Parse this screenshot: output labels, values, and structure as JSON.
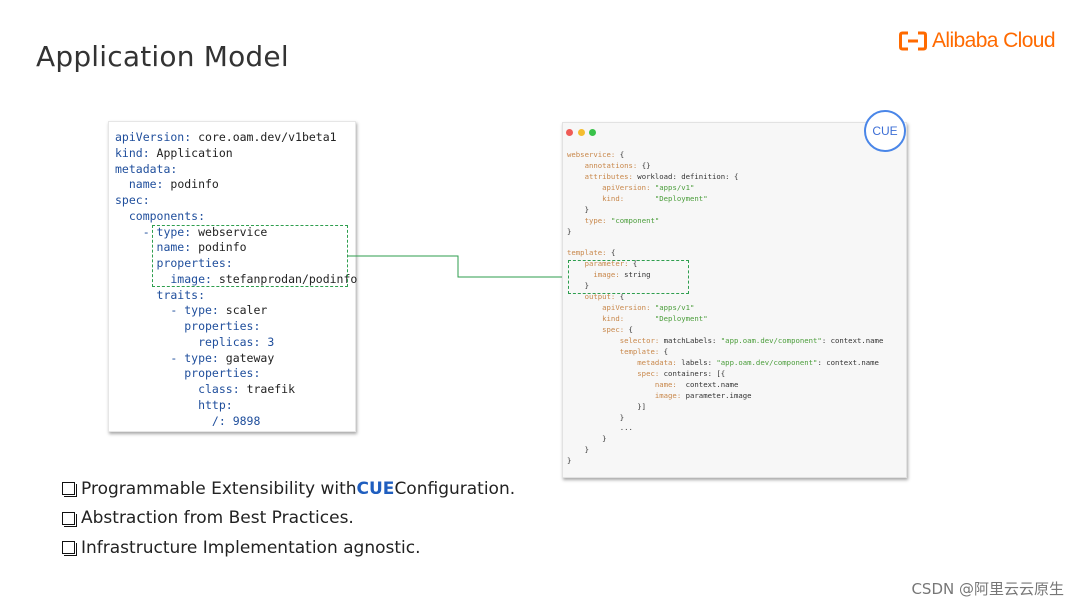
{
  "title": "Application Model",
  "logo": {
    "text": "Alibaba Cloud",
    "color": "#ff6a00",
    "icon": "alibaba-cloud-logo-icon"
  },
  "yaml_lines": [
    [
      {
        "t": "apiVersion: ",
        "c": "yk"
      },
      {
        "t": "core.oam.dev/v1beta1",
        "c": "yv"
      }
    ],
    [
      {
        "t": "kind: ",
        "c": "yk"
      },
      {
        "t": "Application",
        "c": "yv"
      }
    ],
    [
      {
        "t": "metadata:",
        "c": "yk"
      }
    ],
    [
      {
        "t": "  name: ",
        "c": "yk"
      },
      {
        "t": "podinfo",
        "c": "yv"
      }
    ],
    [
      {
        "t": "spec:",
        "c": "yk"
      }
    ],
    [
      {
        "t": "  components:",
        "c": "yk"
      }
    ],
    [
      {
        "t": "    - type: ",
        "c": "yk"
      },
      {
        "t": "webservice",
        "c": "yv"
      }
    ],
    [
      {
        "t": "      name: ",
        "c": "yk"
      },
      {
        "t": "podinfo",
        "c": "yv"
      }
    ],
    [
      {
        "t": "      properties:",
        "c": "yk"
      }
    ],
    [
      {
        "t": "        image: ",
        "c": "yk"
      },
      {
        "t": "stefanprodan/podinfo",
        "c": "yv"
      }
    ],
    [
      {
        "t": "      traits:",
        "c": "yk"
      }
    ],
    [
      {
        "t": "        - type: ",
        "c": "yk"
      },
      {
        "t": "scaler",
        "c": "yv"
      }
    ],
    [
      {
        "t": "          properties:",
        "c": "yk"
      }
    ],
    [
      {
        "t": "            replicas: ",
        "c": "yk"
      },
      {
        "t": "3",
        "c": "yk"
      }
    ],
    [
      {
        "t": "        - type: ",
        "c": "yk"
      },
      {
        "t": "gateway",
        "c": "yv"
      }
    ],
    [
      {
        "t": "          properties:",
        "c": "yk"
      }
    ],
    [
      {
        "t": "            class: ",
        "c": "yk"
      },
      {
        "t": "traefik",
        "c": "yv"
      }
    ],
    [
      {
        "t": "            http:",
        "c": "yk"
      }
    ],
    [
      {
        "t": "              /: ",
        "c": "yk"
      },
      {
        "t": "9898",
        "c": "yk"
      }
    ]
  ],
  "cue_badge": "CUE",
  "cue_lines": [
    [
      {
        "t": "webservice: ",
        "c": "ck"
      },
      {
        "t": "{",
        "c": "cp"
      }
    ],
    [
      {
        "t": "    annotations: ",
        "c": "ck"
      },
      {
        "t": "{}",
        "c": "cp"
      }
    ],
    [
      {
        "t": "    attributes: ",
        "c": "ck"
      },
      {
        "t": "workload: definition: {",
        "c": "cp"
      }
    ],
    [
      {
        "t": "        apiVersion: ",
        "c": "ck"
      },
      {
        "t": "\"apps/v1\"",
        "c": "cs"
      }
    ],
    [
      {
        "t": "        kind:       ",
        "c": "ck"
      },
      {
        "t": "\"Deployment\"",
        "c": "cs"
      }
    ],
    [
      {
        "t": "    }",
        "c": "cp"
      }
    ],
    [
      {
        "t": "    type: ",
        "c": "ck"
      },
      {
        "t": "\"component\"",
        "c": "cs"
      }
    ],
    [
      {
        "t": "}",
        "c": "cp"
      }
    ],
    [
      {
        "t": "",
        "c": "cp"
      }
    ],
    [
      {
        "t": "template: ",
        "c": "ck"
      },
      {
        "t": "{",
        "c": "cp"
      }
    ],
    [
      {
        "t": "    parameter: ",
        "c": "ck"
      },
      {
        "t": "{",
        "c": "cp"
      }
    ],
    [
      {
        "t": "      image: ",
        "c": "ck"
      },
      {
        "t": "string",
        "c": "cp"
      }
    ],
    [
      {
        "t": "    }",
        "c": "cp"
      }
    ],
    [
      {
        "t": "    output: ",
        "c": "ck"
      },
      {
        "t": "{",
        "c": "cp"
      }
    ],
    [
      {
        "t": "        apiVersion: ",
        "c": "ck"
      },
      {
        "t": "\"apps/v1\"",
        "c": "cs"
      }
    ],
    [
      {
        "t": "        kind:       ",
        "c": "ck"
      },
      {
        "t": "\"Deployment\"",
        "c": "cs"
      }
    ],
    [
      {
        "t": "        spec: ",
        "c": "ck"
      },
      {
        "t": "{",
        "c": "cp"
      }
    ],
    [
      {
        "t": "            selector: ",
        "c": "ck"
      },
      {
        "t": "matchLabels: ",
        "c": "cp"
      },
      {
        "t": "\"app.oam.dev/component\"",
        "c": "cs"
      },
      {
        "t": ": context.name",
        "c": "cp"
      }
    ],
    [
      {
        "t": "            template: ",
        "c": "ck"
      },
      {
        "t": "{",
        "c": "cp"
      }
    ],
    [
      {
        "t": "                metadata: ",
        "c": "ck"
      },
      {
        "t": "labels: ",
        "c": "cp"
      },
      {
        "t": "\"app.oam.dev/component\"",
        "c": "cs"
      },
      {
        "t": ": context.name",
        "c": "cp"
      }
    ],
    [
      {
        "t": "                spec: ",
        "c": "ck"
      },
      {
        "t": "containers: [{",
        "c": "cp"
      }
    ],
    [
      {
        "t": "                    name:  ",
        "c": "ck"
      },
      {
        "t": "context.name",
        "c": "cp"
      }
    ],
    [
      {
        "t": "                    image: ",
        "c": "ck"
      },
      {
        "t": "parameter.image",
        "c": "cp"
      }
    ],
    [
      {
        "t": "                }]",
        "c": "cp"
      }
    ],
    [
      {
        "t": "            }",
        "c": "cp"
      }
    ],
    [
      {
        "t": "            ...",
        "c": "cp"
      }
    ],
    [
      {
        "t": "        }",
        "c": "cp"
      }
    ],
    [
      {
        "t": "    }",
        "c": "cp"
      }
    ],
    [
      {
        "t": "}",
        "c": "cp"
      }
    ]
  ],
  "bullets": [
    {
      "before": "Programmable Extensibility with ",
      "highlight": "CUE",
      "after": " Configuration."
    },
    {
      "before": "Abstraction from Best Practices.",
      "highlight": "",
      "after": ""
    },
    {
      "before": "Infrastructure Implementation agnostic.",
      "highlight": "",
      "after": ""
    }
  ],
  "watermark": "CSDN @阿里云云原生",
  "colors": {
    "key_blue": "#1f4e9c",
    "cue_key": "#c8874a",
    "cue_string": "#4a9d3a",
    "highlight_green": "#2e9e4e",
    "cue_accent": "#4a86e8"
  }
}
